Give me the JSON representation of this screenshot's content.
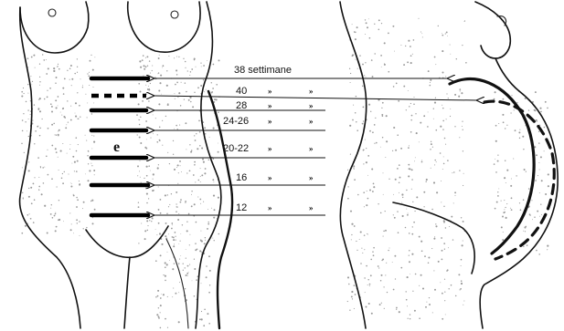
{
  "colors": {
    "ink": "#111111",
    "stipple": "#9a9a9a",
    "background": "#ffffff"
  },
  "letter": "e",
  "markers": [
    {
      "id": "w38",
      "week_label": "38 settimane",
      "ditto": "",
      "style": "solid"
    },
    {
      "id": "w40",
      "week_label": "40",
      "ditto": "»   »",
      "style": "dashed"
    },
    {
      "id": "w28",
      "week_label": "28",
      "ditto": "»   »",
      "style": "solid"
    },
    {
      "id": "w24",
      "week_label": "24-26",
      "ditto": "»   »",
      "style": "solid"
    },
    {
      "id": "w20",
      "week_label": "20-22",
      "ditto": "»   »",
      "style": "solid"
    },
    {
      "id": "w16",
      "week_label": "16",
      "ditto": "»   »",
      "style": "solid"
    },
    {
      "id": "w12",
      "week_label": "12",
      "ditto": "»   »",
      "style": "solid"
    }
  ]
}
